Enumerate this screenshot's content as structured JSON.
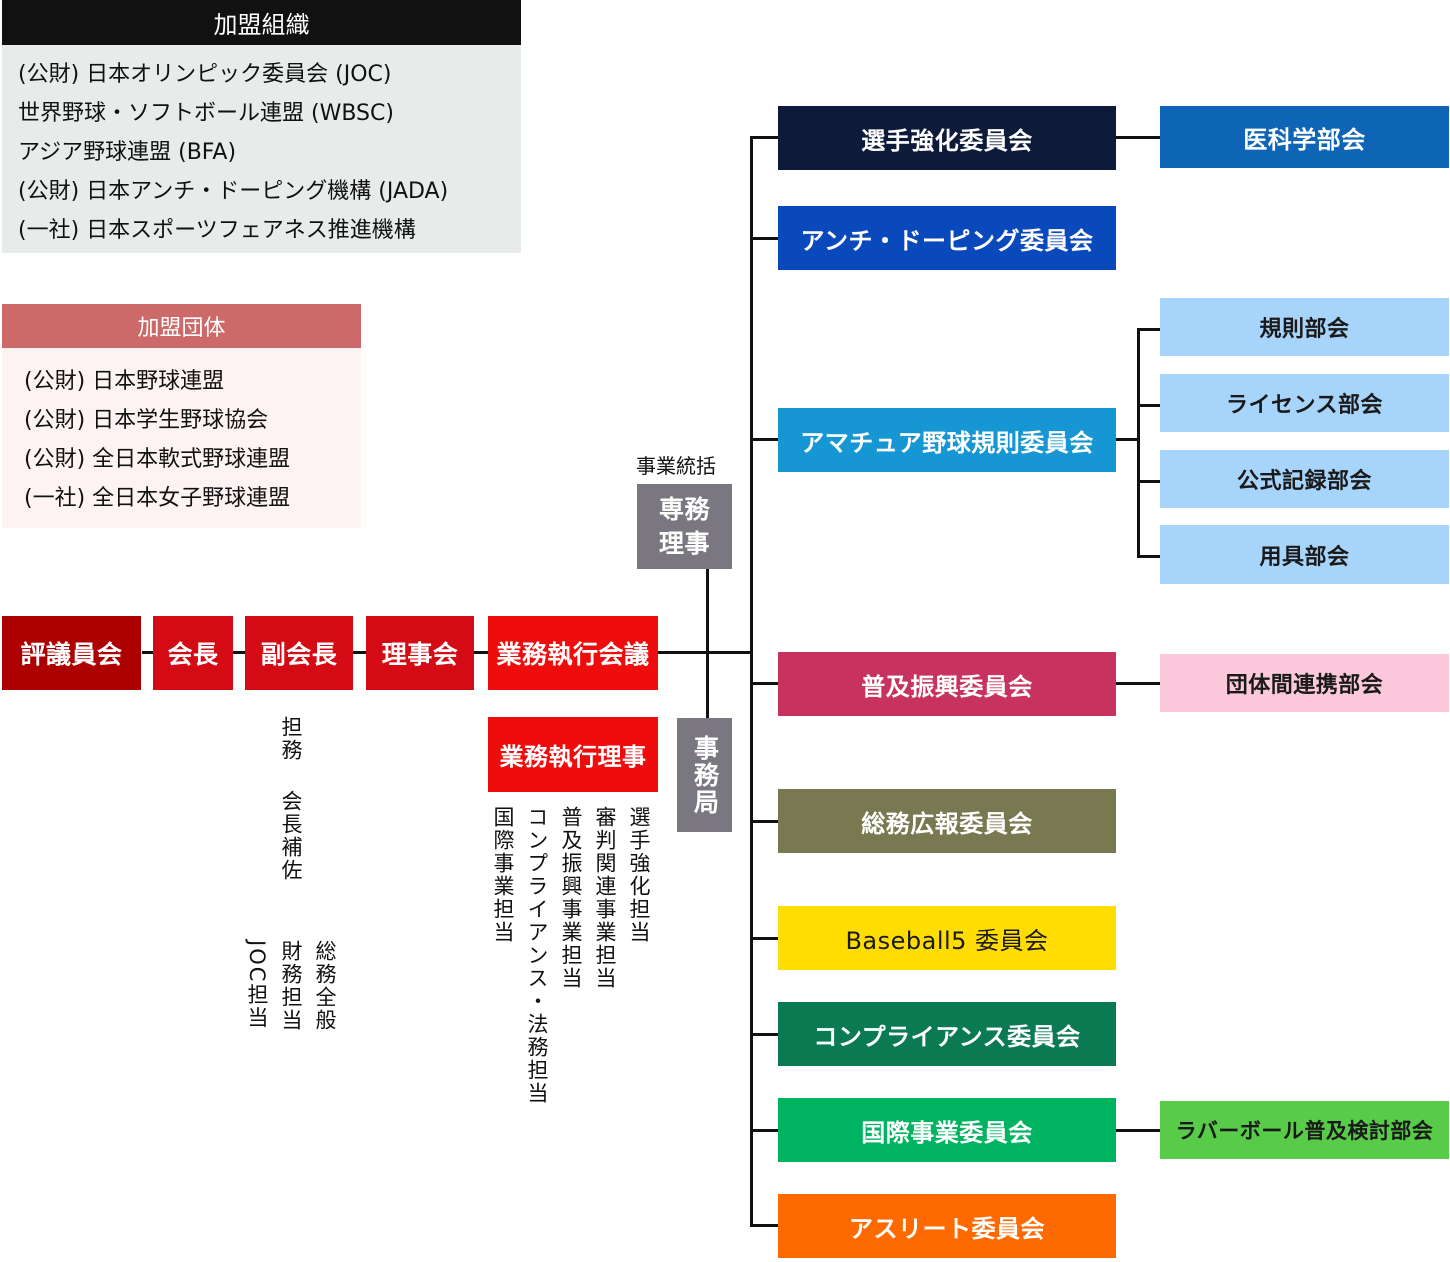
{
  "affiliated_organizations": {
    "title": "加盟組織",
    "items": [
      "(公財) 日本オリンピック委員会 (JOC)",
      "世界野球・ソフトボール連盟 (WBSC)",
      "アジア野球連盟 (BFA)",
      "(公財) 日本アンチ・ドーピング機構 (JADA)",
      "(一社) 日本スポーツフェアネス推進機構"
    ]
  },
  "affiliated_groups": {
    "title": "加盟団体",
    "items": [
      "(公財) 日本野球連盟",
      "(公財) 日本学生野球協会",
      "(公財) 全日本軟式野球連盟",
      "(一社) 全日本女子野球連盟"
    ]
  },
  "main_chain": {
    "council": "評議員会",
    "president": "会長",
    "vice_president": "副会長",
    "board": "理事会",
    "executive_meeting": "業務執行会議"
  },
  "executive_director": {
    "label": "業務執行理事",
    "duties": [
      "選手強化担当",
      "審判関連事業担当",
      "普及振興事業担当",
      "コンプライアンス・法務担当",
      "国際事業担当"
    ]
  },
  "vice_president_duties": {
    "group1": [
      "担務",
      "会長補佐"
    ],
    "group2": [
      "総務全般",
      "財務担当",
      "JOC担当"
    ]
  },
  "managing_director": {
    "caption": "事業統括",
    "label_line1": "専務",
    "label_line2": "理事"
  },
  "secretariat": {
    "label": "事務局"
  },
  "committees": [
    {
      "name": "選手強化委員会",
      "color": "#0d1a3a"
    },
    {
      "name": "アンチ・ドーピング委員会",
      "color": "#0a49bc"
    },
    {
      "name": "アマチュア野球規則委員会",
      "color": "#1796d4"
    },
    {
      "name": "普及振興委員会",
      "color": "#c8325e"
    },
    {
      "name": "総務広報委員会",
      "color": "#787950"
    },
    {
      "name": "Baseball5 委員会",
      "color": "#ffdd00"
    },
    {
      "name": "コンプライアンス委員会",
      "color": "#0a7a52"
    },
    {
      "name": "国際事業委員会",
      "color": "#00b360"
    },
    {
      "name": "アスリート委員会",
      "color": "#ff6a00"
    }
  ],
  "subcommittees": {
    "medical": {
      "name": "医科学部会",
      "color": "#0e64b5"
    },
    "rules": {
      "name": "規則部会",
      "color": "#a7d4fa"
    },
    "license": {
      "name": "ライセンス部会",
      "color": "#a7d4fa"
    },
    "official_records": {
      "name": "公式記録部会",
      "color": "#a7d4fa"
    },
    "equipment": {
      "name": "用具部会",
      "color": "#a7d4fa"
    },
    "inter_org": {
      "name": "団体間連携部会",
      "color": "#fbc8dc"
    },
    "rubber_ball": {
      "name": "ラバーボール普及検討部会",
      "color": "#58cc48"
    }
  },
  "colors": {
    "org_head": "#111111",
    "org_body": "#e7eceb",
    "group_head": "#cc6a69",
    "group_body": "#fdf3f2",
    "council": "#ad0000",
    "chain": "#d40a14",
    "exec": "#ee0c0c",
    "gray": "#7b7780"
  }
}
